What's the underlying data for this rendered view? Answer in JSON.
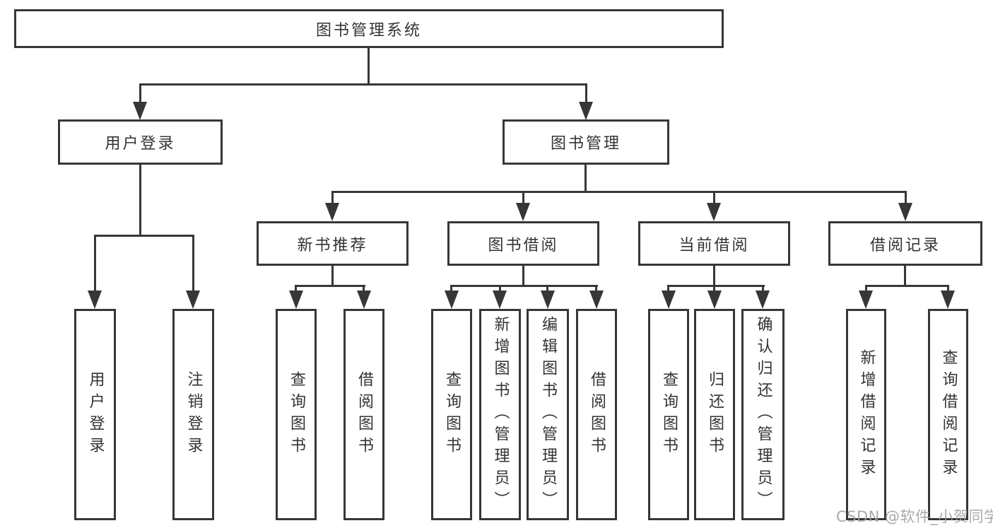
{
  "tree": {
    "label": "图书管理系统",
    "children": [
      {
        "label": "用户登录",
        "children": [
          {
            "label": "用户登录"
          },
          {
            "label": "注销登录"
          }
        ]
      },
      {
        "label": "图书管理",
        "children": [
          {
            "label": "新书推荐",
            "children": [
              {
                "label": "查询图书"
              },
              {
                "label": "借阅图书"
              }
            ]
          },
          {
            "label": "图书借阅",
            "children": [
              {
                "label": "查询图书"
              },
              {
                "label": "新增图书（管理员）"
              },
              {
                "label": "编辑图书（管理员）"
              },
              {
                "label": "借阅图书"
              }
            ]
          },
          {
            "label": "当前借阅",
            "children": [
              {
                "label": "查询图书"
              },
              {
                "label": "归还图书"
              },
              {
                "label": "确认归还（管理员）"
              }
            ]
          },
          {
            "label": "借阅记录",
            "children": [
              {
                "label": "新增借阅记录"
              },
              {
                "label": "查询借阅记录"
              }
            ]
          }
        ]
      }
    ]
  },
  "watermark": {
    "text": "CSDN @软件_小贺同学"
  },
  "colors": {
    "line": "#373737",
    "box_border": "#373737",
    "box_background": "#ffffff",
    "text": "#333333",
    "watermark": "#9e9e9e",
    "background": "#ffffff"
  }
}
